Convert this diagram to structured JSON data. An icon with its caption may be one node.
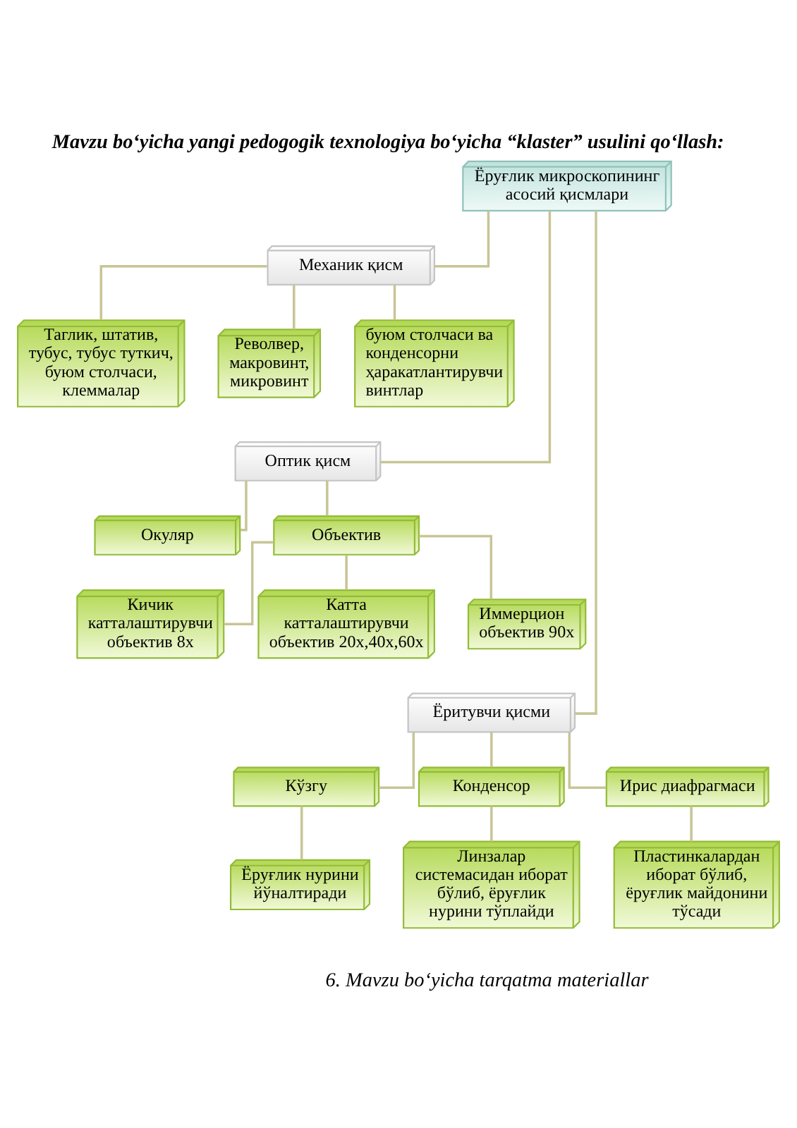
{
  "diagram": {
    "title": "Mavzu bo‘yicha yangi pedogogik texnologiya bo‘yicha “klaster” usulini qo‘llash:",
    "caption": "6. Mavzu bo‘yicha tarqatma materiallar",
    "nodes": [
      {
        "text": [
          "Ёруғлик микроскопининг асосий қисмлари"
        ]
      },
      {
        "text": [
          "Механик қисм"
        ]
      },
      {
        "text": [
          "Таглик, штатив, тубус, тубус туткич, буюм столчаси, клеммалар"
        ]
      },
      {
        "text": [
          "Револвер, макровинт, микровинт"
        ]
      },
      {
        "text": [
          "буюм столчаси ва конденсорни ҳаракатлантирувчи винтлар"
        ]
      },
      {
        "text": [
          "Оптик қисм"
        ]
      },
      {
        "text": [
          "Окуляр"
        ]
      },
      {
        "text": [
          "Объектив"
        ]
      },
      {
        "text": [
          "Кичик катталаштирувчи объектив 8х"
        ]
      },
      {
        "text": [
          "Катта катталаштирувчи объектив 20х,40х,60х"
        ]
      },
      {
        "text": [
          "Иммерцион объектив 90х"
        ]
      },
      {
        "text": [
          "Ёритувчи қисми"
        ]
      },
      {
        "text": [
          "Кўзгу"
        ]
      },
      {
        "text": [
          "Конденсор"
        ]
      },
      {
        "text": [
          "Ирис диафрагмаси"
        ]
      },
      {
        "text": [
          "Ёруғлик нурини йўналтиради"
        ]
      },
      {
        "text": [
          "Линзалар системасидан иборат бўлиб, ёруғлик нурини тўплайди"
        ]
      },
      {
        "text": [
          "Пластинкалардан иборат бўлиб, ёруғлик майдонини тўсади"
        ]
      }
    ],
    "edges": [
      {
        "from": 0,
        "to": 1,
        "arrow": "none"
      },
      {
        "from": 1,
        "to": 2,
        "arrow": "none"
      },
      {
        "from": 1,
        "to": 3,
        "arrow": "none"
      },
      {
        "from": 1,
        "to": 4,
        "arrow": "none"
      },
      {
        "from": 0,
        "to": 5,
        "arrow": "none"
      },
      {
        "from": 5,
        "to": 6,
        "arrow": "none"
      },
      {
        "from": 5,
        "to": 7,
        "arrow": "none"
      },
      {
        "from": 7,
        "to": 8,
        "arrow": "none"
      },
      {
        "from": 7,
        "to": 9,
        "arrow": "none"
      },
      {
        "from": 7,
        "to": 10,
        "arrow": "none"
      },
      {
        "from": 0,
        "to": 11,
        "arrow": "none"
      },
      {
        "from": 11,
        "to": 12,
        "arrow": "none"
      },
      {
        "from": 11,
        "to": 13,
        "arrow": "none"
      },
      {
        "from": 11,
        "to": 14,
        "arrow": "none"
      },
      {
        "from": 12,
        "to": 15,
        "arrow": "none"
      },
      {
        "from": 13,
        "to": 16,
        "arrow": "none"
      },
      {
        "from": 14,
        "to": 17,
        "arrow": "none"
      }
    ]
  }
}
